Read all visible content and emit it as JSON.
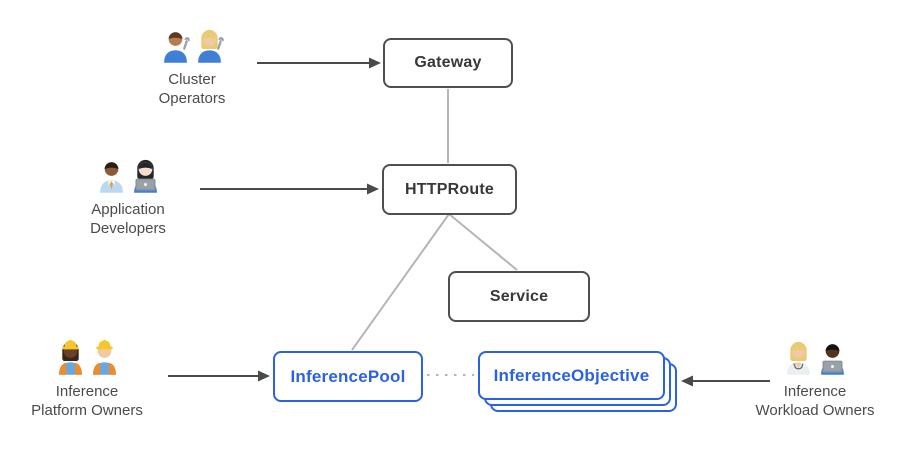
{
  "diagram": {
    "colors": {
      "blue": "#2b62e3",
      "box_border": "#4f4f4f",
      "box_text": "#383838",
      "connector": "#b5b5b5",
      "arrow": "#4a4a4a",
      "persona_text": "#4b4b4b"
    },
    "nodes": [
      {
        "id": "gateway",
        "label": "Gateway",
        "style": "gray"
      },
      {
        "id": "httproute",
        "label": "HTTPRoute",
        "style": "gray"
      },
      {
        "id": "service",
        "label": "Service",
        "style": "gray"
      },
      {
        "id": "inference-pool",
        "label": "InferencePool",
        "style": "blue"
      },
      {
        "id": "inference-objective",
        "label": "InferenceObjective",
        "style": "blue",
        "stack_count": 3
      }
    ],
    "edges": [
      {
        "from": "cluster-operators",
        "to": "gateway",
        "type": "arrow"
      },
      {
        "from": "application-developers",
        "to": "httproute",
        "type": "arrow"
      },
      {
        "from": "inference-platform-owners",
        "to": "inference-pool",
        "type": "arrow"
      },
      {
        "from": "inference-workload-owners",
        "to": "inference-objective",
        "type": "arrow"
      },
      {
        "from": "gateway",
        "to": "httproute",
        "type": "solid-line"
      },
      {
        "from": "httproute",
        "to": "service",
        "type": "solid-line"
      },
      {
        "from": "httproute",
        "to": "inference-pool",
        "type": "solid-line"
      },
      {
        "from": "inference-pool",
        "to": "inference-objective",
        "type": "dotted-line"
      }
    ],
    "personas": [
      {
        "id": "cluster-operators",
        "lines": [
          "Cluster",
          "Operators"
        ],
        "persons": [
          {
            "icon": "man-mechanic-icon",
            "skin": "#b97b52",
            "hair": "#5a3a22",
            "hair_style": "short",
            "shirt": "#3f7fd6",
            "accessories": [
              "wrench"
            ]
          },
          {
            "icon": "woman-mechanic-icon",
            "skin": "#f1c9a5",
            "hair": "#e9cb72",
            "hair_style": "long",
            "shirt": "#3f7fd6",
            "accessories": [
              "wrench"
            ]
          }
        ]
      },
      {
        "id": "application-developers",
        "lines": [
          "Application",
          "Developers"
        ],
        "persons": [
          {
            "icon": "office-worker-man-icon",
            "skin": "#8a5a3a",
            "hair": "#2d1c12",
            "hair_style": "short",
            "shirt": "#bcd8f0",
            "accessories": [
              "tie"
            ]
          },
          {
            "icon": "woman-technologist-icon",
            "skin": "#f7ddc9",
            "hair": "#23262b",
            "hair_style": "long",
            "shirt": "#3f7fd6",
            "accessories": [
              "laptop"
            ]
          }
        ]
      },
      {
        "id": "inference-platform-owners",
        "lines": [
          "Inference",
          "Platform Owners"
        ],
        "persons": [
          {
            "icon": "woman-construction-worker-icon",
            "skin": "#6a4026",
            "hair": "#3a2516",
            "hair_style": "long",
            "shirt": "#69a8dd",
            "accessories": [
              "hat",
              "vest"
            ]
          },
          {
            "icon": "man-construction-worker-icon",
            "skin": "#f1c9a5",
            "hair": "#7a5632",
            "hair_style": "short",
            "shirt": "#69a8dd",
            "accessories": [
              "hat",
              "vest"
            ]
          }
        ]
      },
      {
        "id": "inference-workload-owners",
        "lines": [
          "Inference",
          "Workload Owners"
        ],
        "persons": [
          {
            "icon": "health-worker-icon",
            "skin": "#f1c9a5",
            "hair": "#e9cb72",
            "hair_style": "long",
            "shirt": "#eceff1",
            "accessories": [
              "coat"
            ]
          },
          {
            "icon": "man-technologist-icon",
            "skin": "#54331f",
            "hair": "#17120e",
            "hair_style": "short",
            "shirt": "#3f7fd6",
            "accessories": [
              "laptop"
            ]
          }
        ]
      }
    ]
  }
}
